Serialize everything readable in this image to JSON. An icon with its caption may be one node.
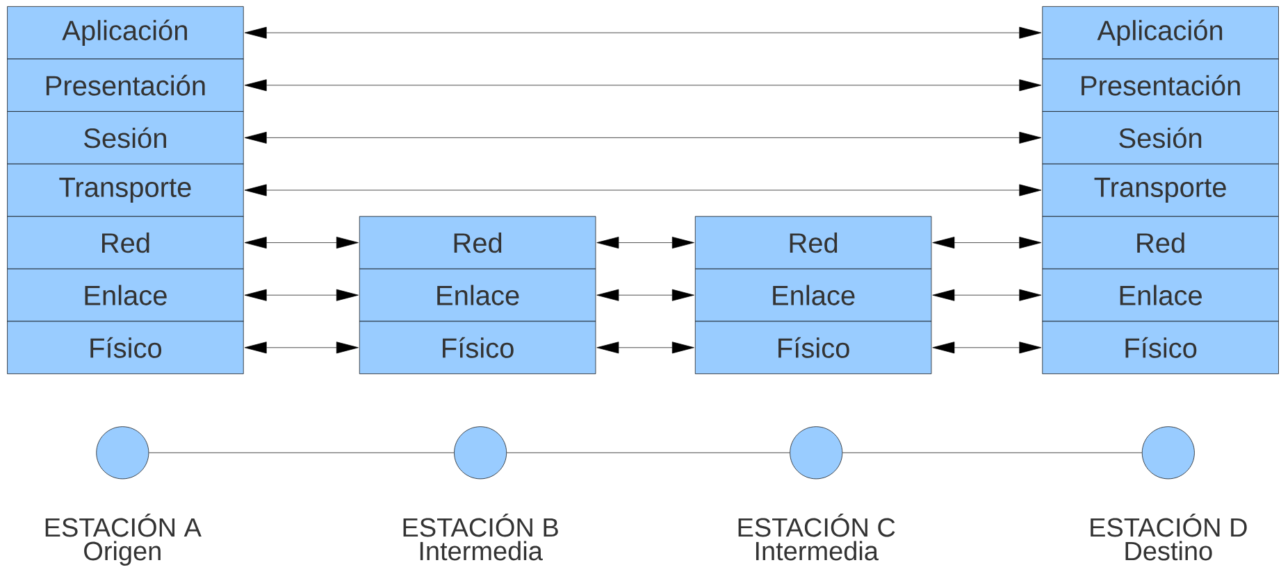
{
  "diagram": {
    "nodes": [
      {
        "text": [
          "Aplicación"
        ]
      },
      {
        "text": [
          "Presentación"
        ]
      },
      {
        "text": [
          "Sesión"
        ]
      },
      {
        "text": [
          "Transporte"
        ]
      },
      {
        "text": [
          "Red"
        ]
      },
      {
        "text": [
          "Enlace"
        ]
      },
      {
        "text": [
          "Físico"
        ]
      },
      {
        "text": [
          "Red"
        ]
      },
      {
        "text": [
          "Enlace"
        ]
      },
      {
        "text": [
          "Físico"
        ]
      },
      {
        "text": [
          "Red"
        ]
      },
      {
        "text": [
          "Enlace"
        ]
      },
      {
        "text": [
          "Físico"
        ]
      },
      {
        "text": [
          "Aplicación"
        ]
      },
      {
        "text": [
          "Presentación"
        ]
      },
      {
        "text": [
          "Sesión"
        ]
      },
      {
        "text": [
          "Transporte"
        ]
      },
      {
        "text": [
          "Red"
        ]
      },
      {
        "text": [
          "Enlace"
        ]
      },
      {
        "text": [
          "Físico"
        ]
      },
      {
        "text": [],
        "shape": "circle",
        "beside": [
          "ESTACIÓN A",
          "Origen"
        ]
      },
      {
        "text": [],
        "shape": "circle",
        "beside": [
          "ESTACIÓN B",
          "Intermedia"
        ]
      },
      {
        "text": [],
        "shape": "circle",
        "beside": [
          "ESTACIÓN C",
          "Intermedia"
        ]
      },
      {
        "text": [],
        "shape": "circle",
        "beside": [
          "ESTACIÓN D",
          "Destino"
        ]
      }
    ],
    "edges": [
      {
        "from": 0,
        "to": 13,
        "arrow": "both"
      },
      {
        "from": 1,
        "to": 14,
        "arrow": "both"
      },
      {
        "from": 2,
        "to": 15,
        "arrow": "both"
      },
      {
        "from": 3,
        "to": 16,
        "arrow": "both"
      },
      {
        "from": 4,
        "to": 7,
        "arrow": "both"
      },
      {
        "from": 5,
        "to": 8,
        "arrow": "both"
      },
      {
        "from": 6,
        "to": 9,
        "arrow": "both"
      },
      {
        "from": 7,
        "to": 10,
        "arrow": "both"
      },
      {
        "from": 8,
        "to": 11,
        "arrow": "both"
      },
      {
        "from": 9,
        "to": 12,
        "arrow": "both"
      },
      {
        "from": 10,
        "to": 17,
        "arrow": "both"
      },
      {
        "from": 11,
        "to": 18,
        "arrow": "both"
      },
      {
        "from": 12,
        "to": 19,
        "arrow": "both"
      },
      {
        "from": 20,
        "to": 21,
        "arrow": "none"
      },
      {
        "from": 21,
        "to": 22,
        "arrow": "none"
      },
      {
        "from": 22,
        "to": 23,
        "arrow": "none"
      }
    ]
  }
}
